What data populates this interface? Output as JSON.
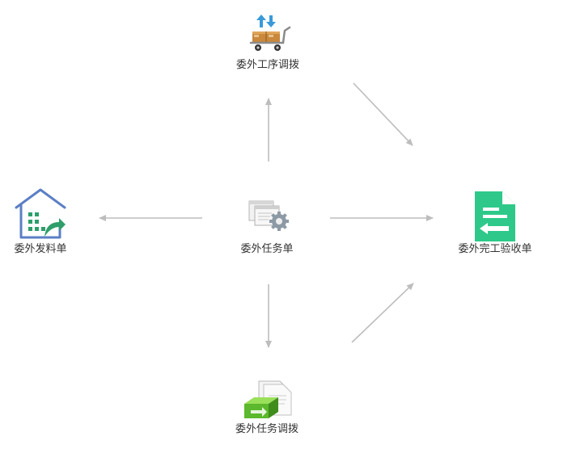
{
  "nodes": {
    "center": {
      "label": "委外任务单",
      "icon": "task-sheet-gear-icon"
    },
    "top": {
      "label": "委外工序调拨",
      "icon": "cart-transfer-icon"
    },
    "left": {
      "label": "委外发料单",
      "icon": "house-issue-icon"
    },
    "right": {
      "label": "委外完工验收单",
      "icon": "document-exchange-icon"
    },
    "bottom": {
      "label": "委外任务调拨",
      "icon": "box-document-icon"
    }
  },
  "colors": {
    "arrow": "#bdbdbd",
    "label": "#333333",
    "house": "#5b7fc4",
    "house_green": "#2e9e6a",
    "doc_green": "#2ec98a",
    "box_green": "#6cc23a"
  }
}
